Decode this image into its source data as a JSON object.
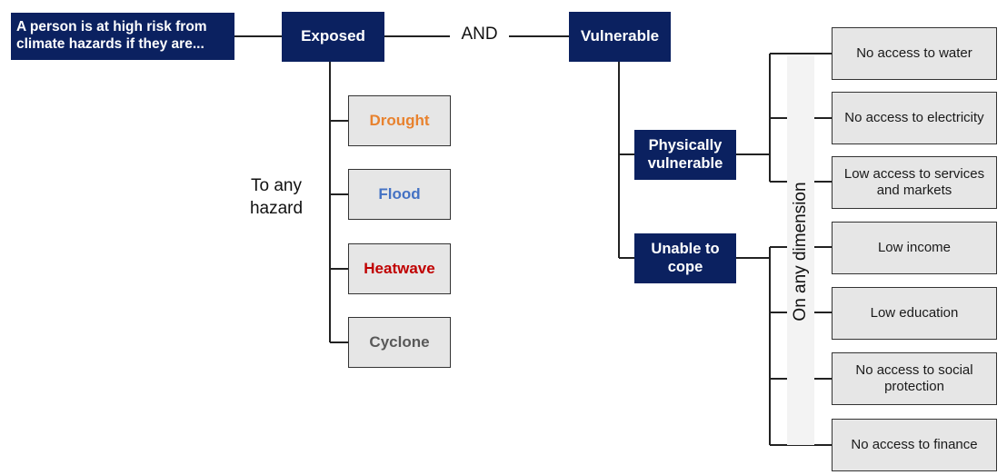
{
  "intro": "A person is at high risk from climate hazards if they are...",
  "exposed": "Exposed",
  "connector": "AND",
  "vulnerable": "Vulnerable",
  "any_hazard": "To any hazard",
  "hazards": [
    {
      "label": "Drought",
      "color": "#e8822e"
    },
    {
      "label": "Flood",
      "color": "#4472c4"
    },
    {
      "label": "Heatwave",
      "color": "#c00000"
    },
    {
      "label": "Cyclone",
      "color": "#595959"
    }
  ],
  "physically_vulnerable": "Physically vulnerable",
  "unable_to_cope": "Unable to cope",
  "any_dimension": "On any dimension",
  "physical_dimensions": [
    "No access to water",
    "No access to electricity",
    "Low access to services and markets"
  ],
  "coping_dimensions": [
    "Low income",
    "Low education",
    "No access to social protection",
    "No access to finance"
  ],
  "colors": {
    "dark_box": "#0b2160",
    "grey_box": "#e6e6e6"
  }
}
